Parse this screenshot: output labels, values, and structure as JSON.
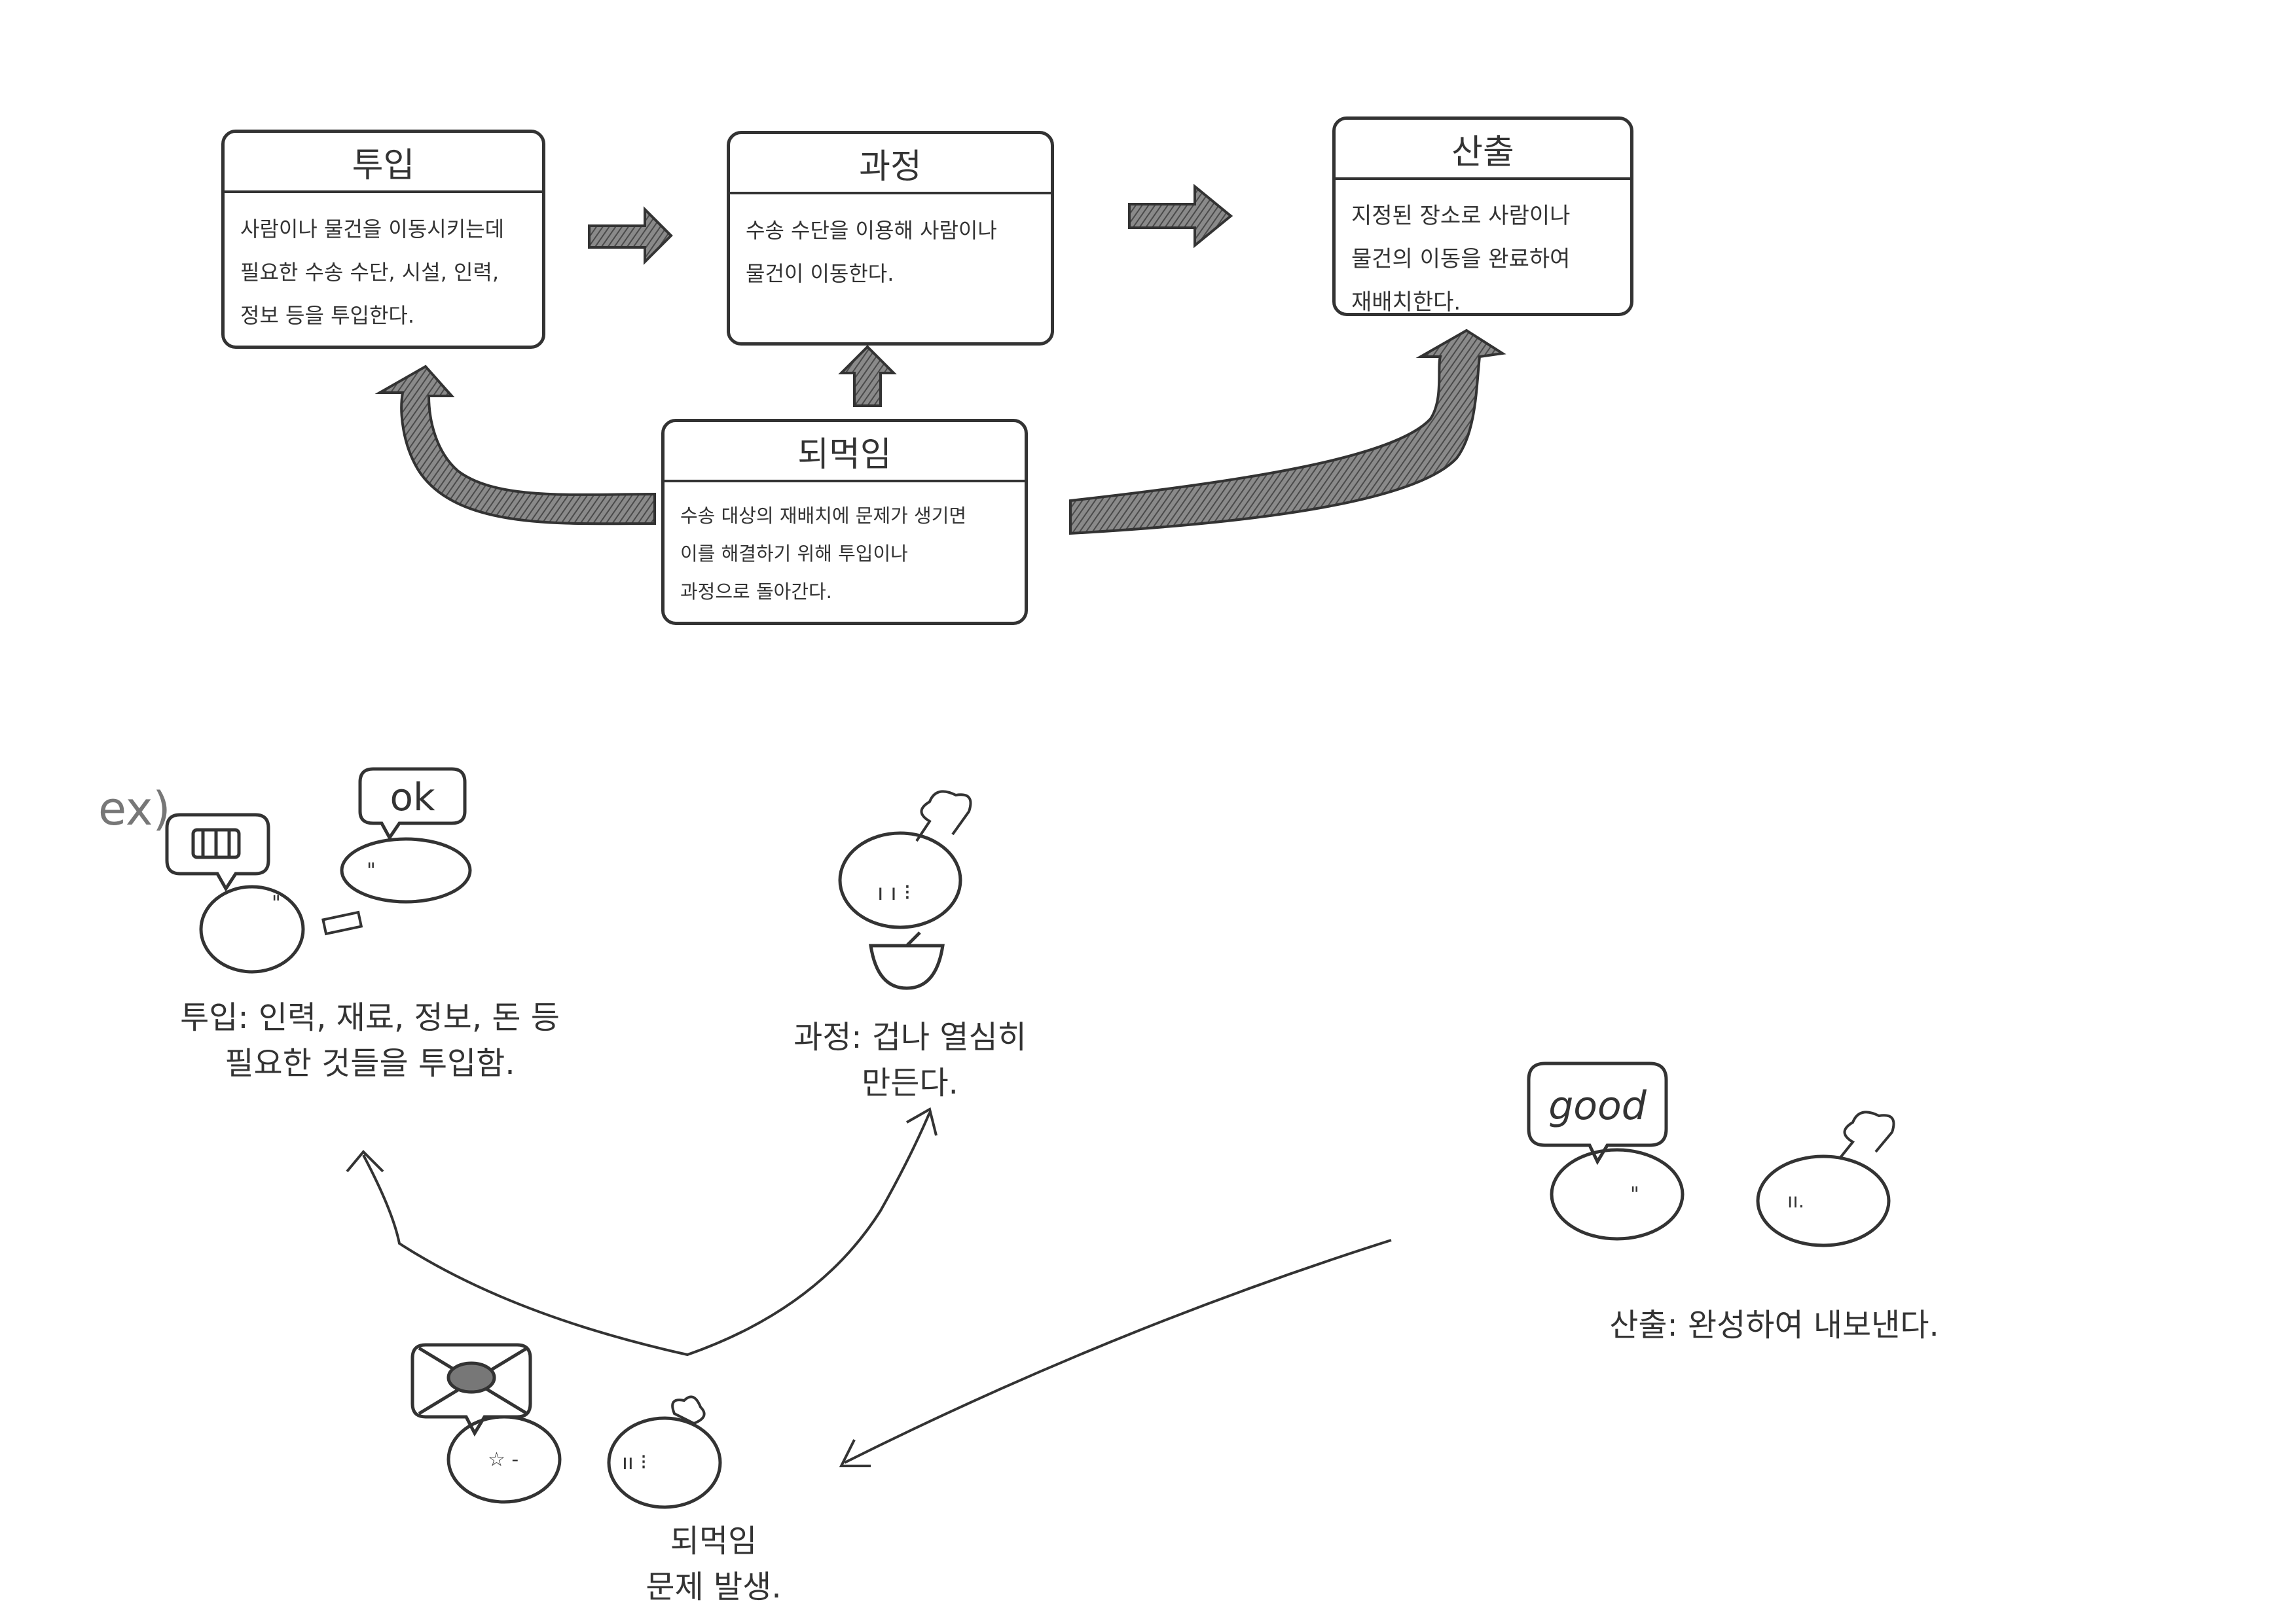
{
  "flow": {
    "input": {
      "title": "투입",
      "body": "사람이나 물건을 이동시키는데\n필요한 수송 수단, 시설, 인력,\n정보 등을 투입한다."
    },
    "process": {
      "title": "과정",
      "body": "수송 수단을 이용해 사람이나\n물건이 이동한다."
    },
    "output": {
      "title": "산출",
      "body": "지정된 장소로 사람이나\n물건의 이동을 완료하여\n재배치한다."
    },
    "feedback": {
      "title": "되먹임",
      "body": "수송 대상의 재배치에 문제가 생기면\n이를 해결하기 위해 투입이나\n과정으로 돌아간다."
    }
  },
  "example": {
    "ex_label": "ex)",
    "ok_bubble": "ok",
    "good_bubble": "good",
    "input_caption": "투입: 인력, 재료, 정보, 돈 등\n필요한 것들을 투입함.",
    "process_caption": "과정: 겁나 열심히\n만든다.",
    "output_caption": "산출: 완성하여 내보낸다.",
    "feedback_caption": "되먹임\n문제 발생."
  },
  "colors": {
    "ink": "#333333",
    "arrow_fill": "#6e6e6e"
  }
}
